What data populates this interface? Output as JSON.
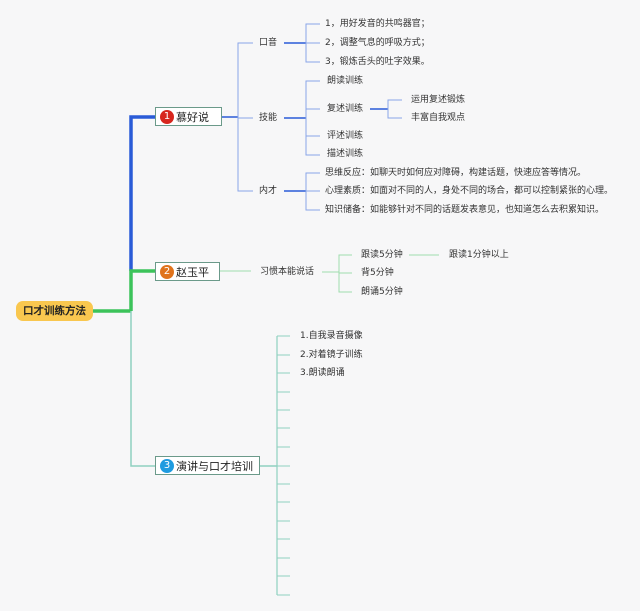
{
  "root": {
    "label": "口才训练方法",
    "color": "#f9c74f"
  },
  "colors": {
    "branch1": "#2a5bd7",
    "branch1_light": "#8aa6e8",
    "branch2": "#3cc35a",
    "branch2_light": "#9fdcae",
    "branch3": "#8fd1c0",
    "badge1": "#d7261e",
    "badge2": "#e0731c",
    "badge3": "#1e9be0"
  },
  "branches": [
    {
      "number": "1",
      "label": "慕好说",
      "children": [
        {
          "label": "口音",
          "children": [
            {
              "label": "1，用好发音的共鸣器官；"
            },
            {
              "label": "2，调整气息的呼吸方式；"
            },
            {
              "label": "3，锻炼舌头的吐字效果。"
            }
          ]
        },
        {
          "label": "技能",
          "children": [
            {
              "label": "朗读训练"
            },
            {
              "label": "复述训练",
              "children": [
                {
                  "label": "运用复述锻炼"
                },
                {
                  "label": "丰富自我观点"
                }
              ]
            },
            {
              "label": "评述训练"
            },
            {
              "label": "描述训练"
            }
          ]
        },
        {
          "label": "内才",
          "children": [
            {
              "label": "思维反应：如聊天时如何应对障碍，构建话题，快速应答等情况。"
            },
            {
              "label": "心理素质：如面对不同的人，身处不同的场合，都可以控制紧张的心理。"
            },
            {
              "label": "知识储备：如能够针对不同的话题发表意见，也知道怎么去积累知识。"
            }
          ]
        }
      ]
    },
    {
      "number": "2",
      "label": "赵玉平",
      "children": [
        {
          "label": "习惯本能说话",
          "children": [
            {
              "label": "跟读5分钟",
              "children": [
                {
                  "label": "跟读1分钟以上"
                }
              ]
            },
            {
              "label": "背5分钟"
            },
            {
              "label": "朗诵5分钟"
            }
          ]
        }
      ]
    },
    {
      "number": "3",
      "label": "演讲与口才培训",
      "children": [
        {
          "label": "1.自我录音摄像"
        },
        {
          "label": "2.对着镜子训练"
        },
        {
          "label": "3.朗读朗诵"
        }
      ],
      "empty_children_count": 12
    }
  ]
}
